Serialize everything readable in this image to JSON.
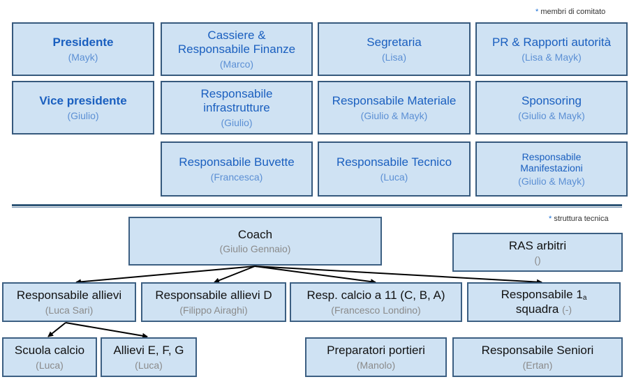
{
  "notes": {
    "committee": "membri di comitato",
    "technical": "struttura tecnica",
    "star": "*"
  },
  "committee": {
    "presidente": {
      "title": "Presidente",
      "person": "(Mayk)"
    },
    "vice": {
      "title": "Vice presidente",
      "person": "(Giulio)"
    },
    "cassiere": {
      "title1": "Cassiere &",
      "title2": "Responsabile Finanze",
      "person": "(Marco)"
    },
    "segretaria": {
      "title": "Segretaria",
      "person": "(Lisa)"
    },
    "pr": {
      "title": "PR & Rapporti autorità",
      "person": "(Lisa & Mayk)"
    },
    "infrastrutture": {
      "title1": "Responsabile",
      "title2": "infrastrutture",
      "person": "(Giulio)"
    },
    "materiale": {
      "title": "Responsabile Materiale",
      "person": "(Giulio & Mayk)"
    },
    "sponsoring": {
      "title": "Sponsoring",
      "person": "(Giulio & Mayk)"
    },
    "buvette": {
      "title": "Responsabile Buvette",
      "person": "(Francesca)"
    },
    "tecnico": {
      "title": "Responsabile Tecnico",
      "person": "(Luca)"
    },
    "manifestazioni": {
      "title1": "Responsabile",
      "title2": "Manifestazioni",
      "person": "(Giulio & Mayk)"
    }
  },
  "technical": {
    "coach": {
      "title": "Coach",
      "person": "(Giulio Gennaio)"
    },
    "ras": {
      "title": "RAS arbitri",
      "person": "()"
    },
    "allievi": {
      "title": "Responsabile allievi",
      "person": "(Luca Sari)"
    },
    "allievi_d": {
      "title": "Responsabile allievi D",
      "person": "(Filippo Airaghi)"
    },
    "calcio11": {
      "title": "Resp. calcio a 11 (C, B, A)",
      "person": "(Francesco Londino)"
    },
    "prima": {
      "title_a": "Responsabile 1",
      "sub": "a",
      "title_b": "squadra",
      "person": "(-)"
    },
    "scuola": {
      "title": "Scuola calcio",
      "person": "(Luca)"
    },
    "efg": {
      "title": "Allievi E, F, G",
      "person": "(Luca)"
    },
    "portieri": {
      "title": "Preparatori portieri",
      "person": "(Manolo)"
    },
    "seniori": {
      "title": "Responsabile Seniori",
      "person": "(Ertan)"
    }
  }
}
